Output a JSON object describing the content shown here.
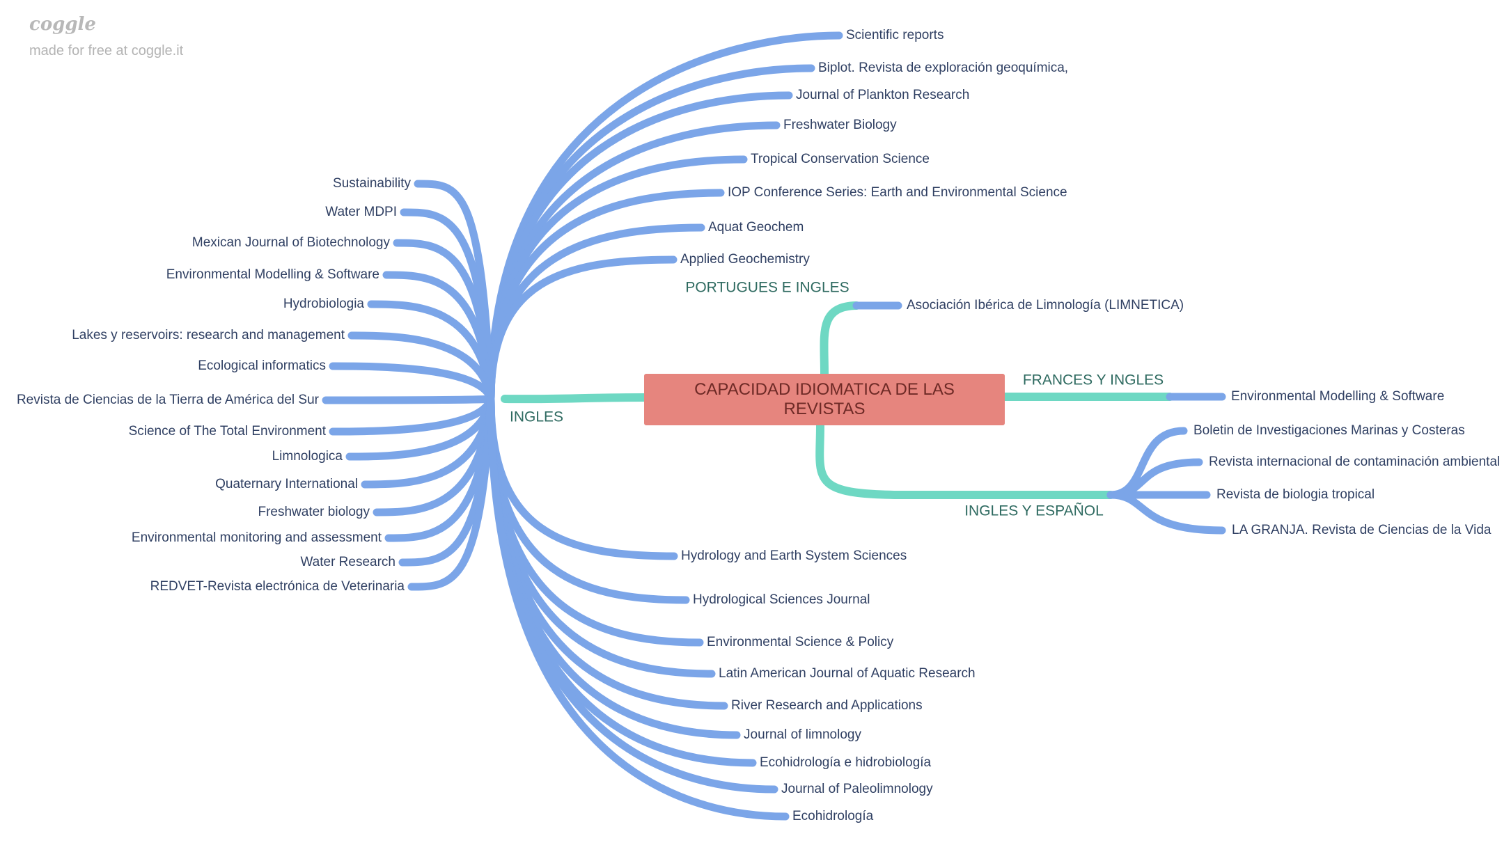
{
  "brand": {
    "logo": "coggle",
    "tagline": "made for free at coggle.it"
  },
  "central": {
    "title": "CAPACIDAD IDIOMATICA DE LAS REVISTAS"
  },
  "colors": {
    "branch": "#6ed8c3",
    "leaf": "#7ba5e8",
    "central_bg": "#e6857e",
    "branch_text": "#2e6a60",
    "leaf_text": "#2f3f62"
  },
  "branches": [
    {
      "label": "INGLES",
      "children": [
        "Scientific reports",
        "Biplot. Revista de exploración geoquímica,",
        "Journal of Plankton Research",
        "Freshwater Biology",
        "Tropical Conservation Science",
        "IOP Conference Series: Earth and Environmental Science",
        "Aquat Geochem",
        "Applied Geochemistry",
        "Sustainability",
        "Water MDPI",
        "Mexican Journal of Biotechnology",
        "Environmental Modelling & Software",
        "Hydrobiologia",
        "Lakes y reservoirs: research and management",
        "Ecological informatics",
        "Revista de Ciencias de la Tierra de América del Sur",
        "Science of The Total Environment",
        "Limnologica",
        "Quaternary International",
        "Freshwater biology",
        "Environmental monitoring and assessment",
        "Water Research",
        "REDVET-Revista electrónica de Veterinaria",
        "Hydrology and Earth System Sciences",
        "Hydrological Sciences Journal",
        "Environmental Science & Policy",
        "Latin American Journal of Aquatic Research",
        "River Research and Applications",
        "Journal of limnology",
        "Ecohidrología e hidrobiología",
        "Journal of Paleolimnology",
        "Ecohidrología"
      ]
    },
    {
      "label": "PORTUGUES E INGLES",
      "children": [
        "Asociación Ibérica de Limnología (LIMNETICA)"
      ]
    },
    {
      "label": "FRANCES Y INGLES",
      "children": [
        "Environmental Modelling & Software"
      ]
    },
    {
      "label": "INGLES Y ESPAÑOL",
      "children": [
        "Boletin de Investigaciones Marinas y Costeras",
        "Revista internacional de contaminación ambiental",
        "Revista de biologia tropical",
        "LA GRANJA. Revista de Ciencias de la Vida"
      ]
    }
  ]
}
